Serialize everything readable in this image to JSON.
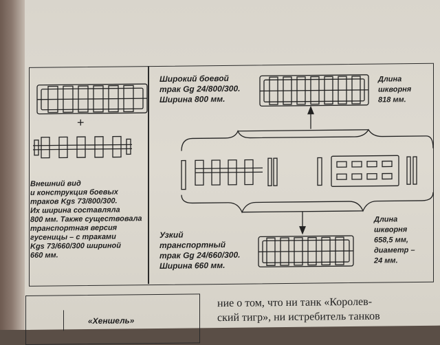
{
  "left_caption": [
    "Внешний вид",
    "и конструкция боевых",
    "траков Kgs 73/800/300.",
    "Их ширина составляла",
    "800 мм. Также существовала",
    "транспортная версия",
    "гусеницы – с траками",
    "Kgs 73/660/300 шириной",
    "660 мм."
  ],
  "wide_label": [
    "Широкий боевой",
    "трак Gg 24/800/300.",
    "Ширина 800 мм."
  ],
  "wide_length": [
    "Длина",
    "шкворня",
    "818 мм."
  ],
  "narrow_label": [
    "Узкий",
    "транспортный",
    "трак Gg 24/660/300.",
    "Ширина 660 мм."
  ],
  "narrow_length": [
    "Длина",
    "шкворня",
    "658,5 мм,",
    "диаметр –",
    "24 мм."
  ],
  "plus": "+",
  "lower_box_title": "«Хеншель»",
  "body_lines": [
    "ние о том, что ни танк «Королев-",
    "ский тигр», ни истребитель танков"
  ]
}
